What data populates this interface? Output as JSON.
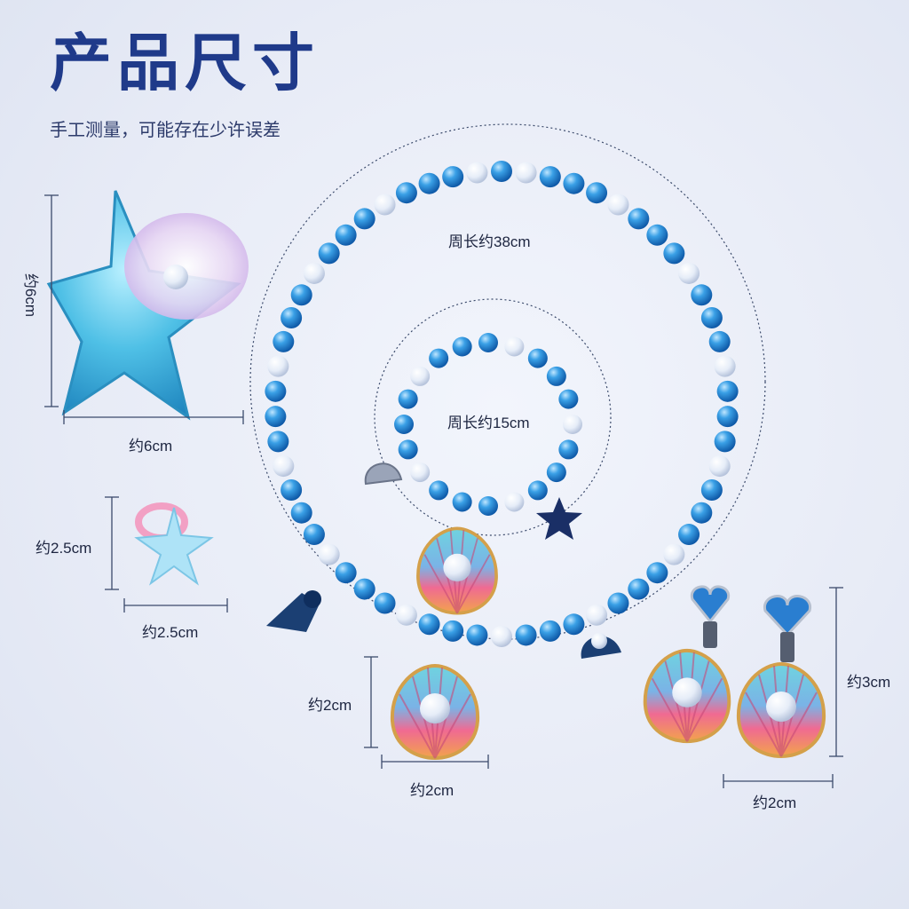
{
  "title": "产品尺寸",
  "subtitle": "手工测量，可能存在少许误差",
  "measurements": {
    "necklace_circumference": "周长约38cm",
    "bracelet_circumference": "周长约15cm",
    "hairclip_height": "约6cm",
    "hairclip_width": "约6cm",
    "ring_height": "约2.5cm",
    "ring_width": "约2.5cm",
    "pendant_height": "约2cm",
    "pendant_width": "约2cm",
    "earring_height": "约3cm",
    "earring_width": "约2cm"
  },
  "colors": {
    "title": "#1f3a8a",
    "bead_blue": "#2a8fd8",
    "bead_pearl": "#eef3fb",
    "shell_pink": "#e85a8a",
    "shell_teal": "#5ec7d8"
  }
}
